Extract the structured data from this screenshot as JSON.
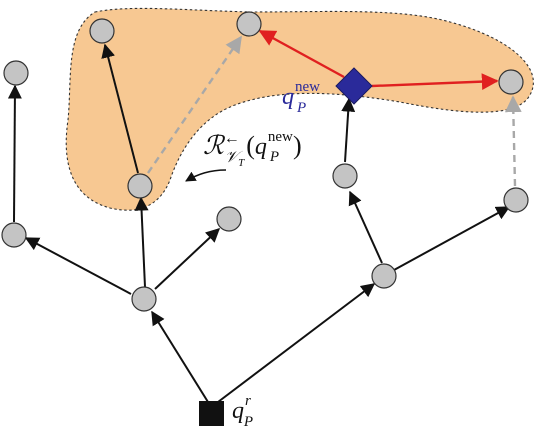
{
  "labels": {
    "q_new": {
      "base": "q",
      "sub": "P",
      "sup": "new"
    },
    "q_root": {
      "base": "q",
      "sub": "P",
      "sup": "r"
    },
    "reach": {
      "script": "ℛ",
      "arrow": "←",
      "sub": "𝒱",
      "subsub": "T",
      "paren_open": "(",
      "arg_base": "q",
      "arg_sub": "P",
      "arg_sup": "new",
      "paren_close": ")"
    }
  },
  "colors": {
    "region_fill": "#f7c892",
    "region_stroke": "#333333",
    "node_fill": "#c4c4c4",
    "new_node": "#2a2a9a",
    "root_node": "#111111",
    "tree_edge": "#111111",
    "dashed_edge": "#a8a8a8",
    "red_edge": "#e02020",
    "new_label": "#2a2a9a"
  },
  "icons": {
    "node": "circle-node-icon",
    "new_node": "diamond-node-icon",
    "root_node": "square-node-icon"
  }
}
